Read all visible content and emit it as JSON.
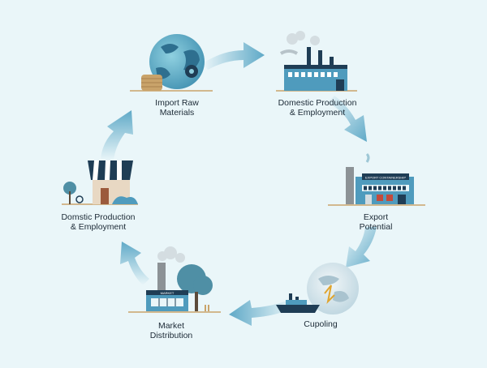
{
  "nodes": [
    {
      "id": "import",
      "line1": "Import Raw",
      "line2": "Materials",
      "icon": "globe-icon"
    },
    {
      "id": "domestic-top",
      "line1": "Domestic Production",
      "line2": "& Employment",
      "icon": "factory-icon"
    },
    {
      "id": "export",
      "line1": "Export",
      "line2": "Potential",
      "icon": "export-building-icon"
    },
    {
      "id": "cupoling",
      "line1": "Cupoling",
      "line2": "",
      "icon": "cargo-ship-globe-icon"
    },
    {
      "id": "market",
      "line1": "Market",
      "line2": "Distribution",
      "icon": "store-building-icon"
    },
    {
      "id": "domestic-left",
      "line1": "Domstic Production",
      "line2": "& Employment",
      "icon": "shop-icon"
    }
  ],
  "signs": {
    "export_sign": "EXPORT CONTAINERSHIP",
    "market_sign": "MARKET"
  },
  "colors": {
    "background": "#eaf6f9",
    "arrow_head": "#5fa9c7",
    "arrow_tail": "#dcefF5",
    "building": "#4f9bbd",
    "dark": "#1f3d55"
  }
}
